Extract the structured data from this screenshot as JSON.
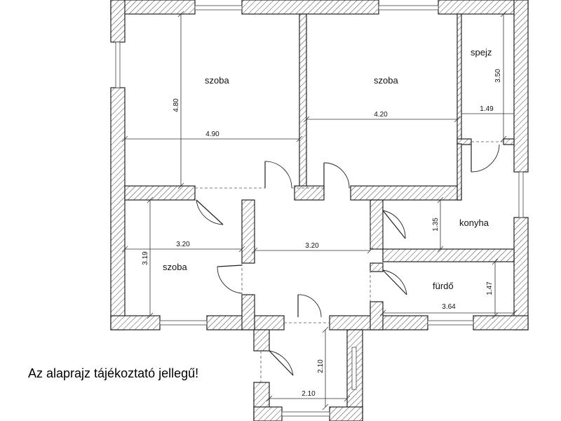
{
  "rooms": {
    "room_top_left": "szoba",
    "room_top_middle": "szoba",
    "pantry": "spejz",
    "kitchen": "konyha",
    "room_left": "szoba",
    "bathroom": "fürdő"
  },
  "dimensions": {
    "top_left_height": "4.80",
    "top_left_width": "4.90",
    "top_middle_width": "4.20",
    "pantry_height": "3.50",
    "pantry_width": "1.49",
    "kitchen_height": "1.35",
    "left_room_width": "3.20",
    "left_room_height": "3.19",
    "hall_width": "3.20",
    "bath_height": "1.47",
    "bath_width": "3.64",
    "entry_height": "2.10",
    "entry_width": "2.10"
  },
  "notice": "Az alaprajz tájékoztató jellegű!"
}
